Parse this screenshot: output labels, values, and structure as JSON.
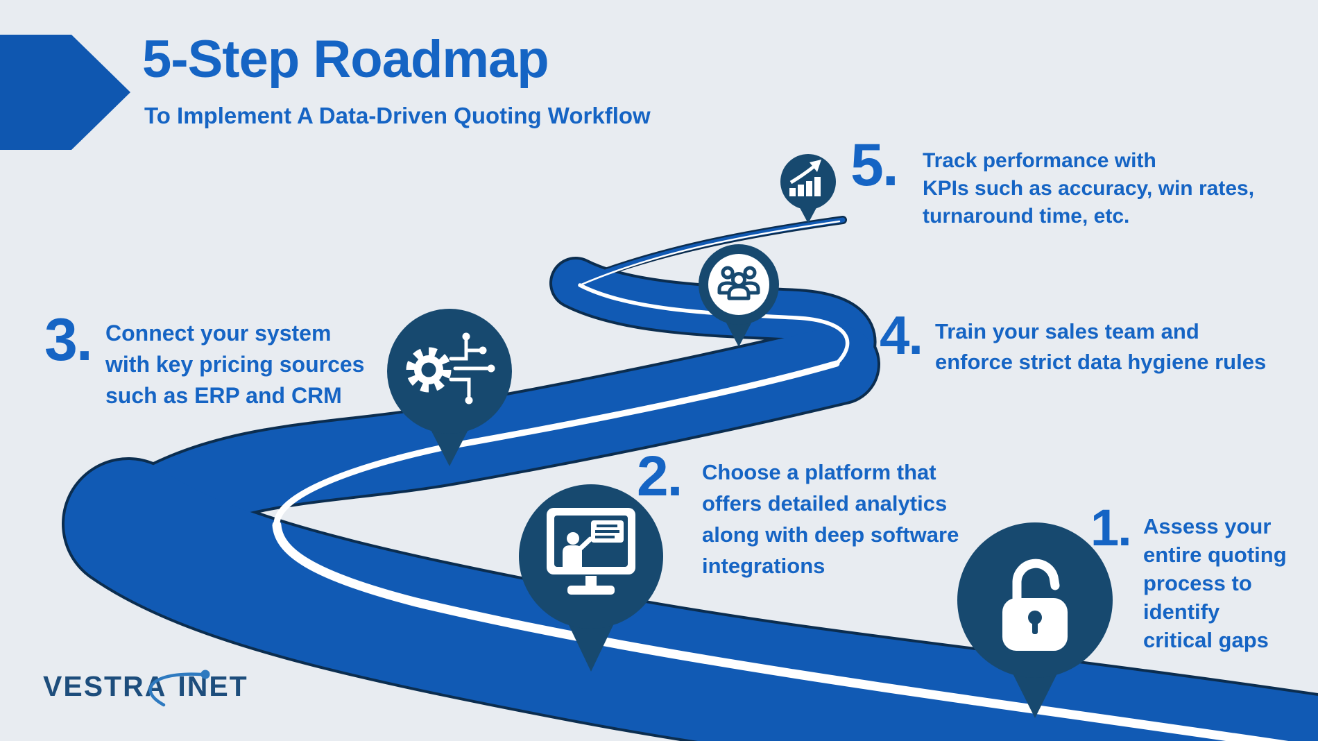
{
  "header": {
    "title": "5-Step Roadmap",
    "subtitle": "To Implement A Data-Driven Quoting Workflow"
  },
  "steps": [
    {
      "number": "1.",
      "icon": "unlocked-padlock-icon",
      "lines": [
        "Assess your",
        "entire quoting",
        "process to",
        "identify",
        "critical gaps"
      ]
    },
    {
      "number": "2.",
      "icon": "presentation-monitor-icon",
      "lines": [
        "Choose a platform that",
        "offers detailed analytics",
        "along with deep software",
        "integrations"
      ]
    },
    {
      "number": "3.",
      "icon": "gear-circuit-icon",
      "lines": [
        "Connect your system",
        "with key pricing sources",
        "such as ERP and CRM"
      ]
    },
    {
      "number": "4.",
      "icon": "sales-team-icon",
      "lines": [
        "Train your sales team and",
        "enforce strict data hygiene rules"
      ]
    },
    {
      "number": "5.",
      "icon": "growth-chart-icon",
      "lines": [
        "Track performance with",
        "KPIs such as accuracy, win rates,",
        "turnaround time, etc."
      ]
    }
  ],
  "logo": {
    "brand_primary": "VESTRA",
    "brand_secondary": "INET"
  },
  "colors": {
    "background": "#e8ecf1",
    "road_blue": "#115ab4",
    "road_edge_navy": "#0b2d4f",
    "pin_navy": "#17496f",
    "accent_text_blue": "#1564c4",
    "white": "#ffffff"
  }
}
